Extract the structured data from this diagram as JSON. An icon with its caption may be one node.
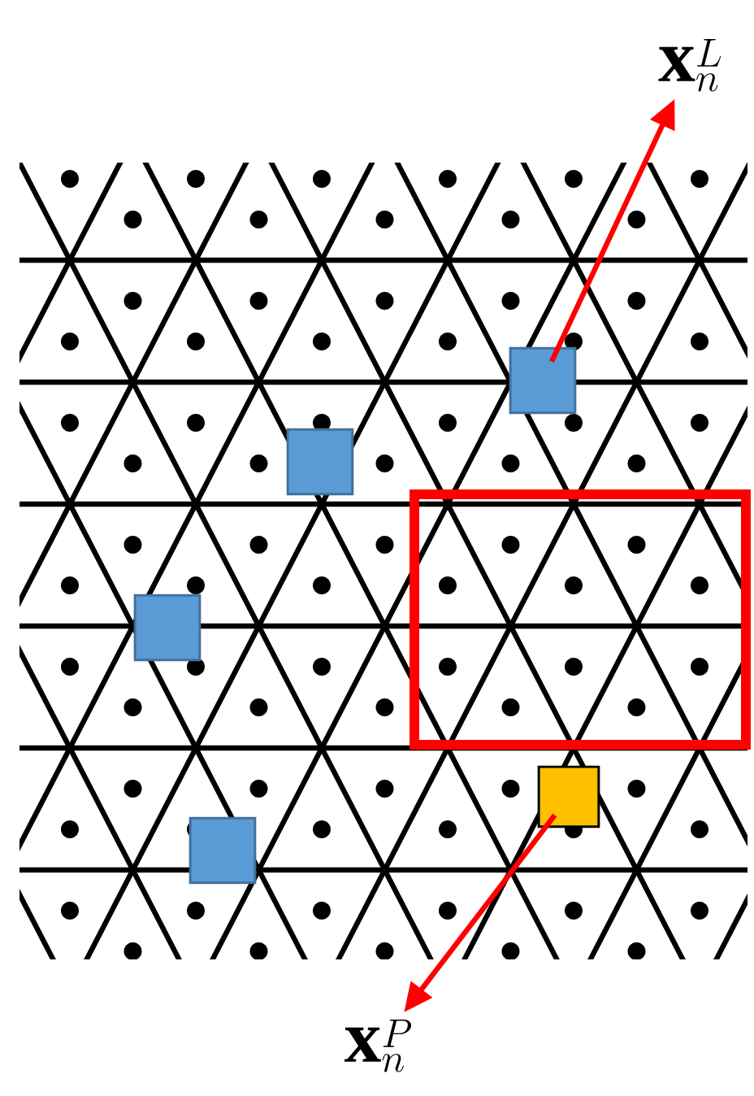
{
  "diagram": {
    "nodes": [
      {
        "text": [
          "\\mathbf{x}_n^L"
        ]
      },
      {
        "text": [],
        "shape": "box"
      },
      {
        "text": [],
        "shape": "box"
      },
      {
        "text": [],
        "shape": "box"
      },
      {
        "text": [],
        "shape": "box"
      },
      {
        "text": [],
        "shape": "box"
      },
      {
        "text": [
          "\\mathbf{x}_n^P"
        ]
      }
    ],
    "edges": [
      {
        "from": 1,
        "to": 0,
        "arrow": "to"
      },
      {
        "from": 4,
        "to": 6,
        "arrow": "to"
      }
    ]
  }
}
